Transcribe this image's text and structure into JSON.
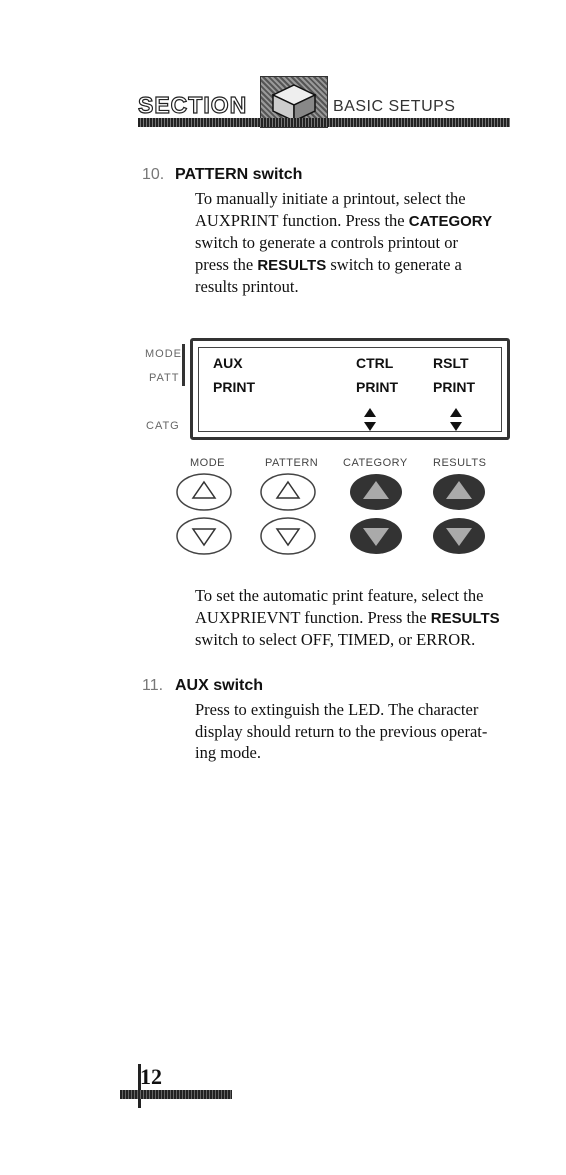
{
  "header": {
    "section_label": "SECTION",
    "section_title": "BASIC SETUPS",
    "logo_icon": "cube-icon"
  },
  "item10": {
    "number": "10.",
    "title": "PATTERN switch",
    "para_a": "To manually initiate a printout, select the",
    "para_b": "AUXPRINT function. Press the",
    "para_b_bold": "CATEGORY",
    "para_c": "switch to generate a controls printout or",
    "para_d": "press the",
    "para_d_bold": "RESULTS",
    "para_d_tail": "switch to generate a",
    "para_e": "results printout."
  },
  "panel": {
    "side_labels": [
      "MODE",
      "PATT",
      "CATG"
    ],
    "display": {
      "col1": [
        "AUX",
        "PRINT"
      ],
      "col2": [
        "CTRL",
        "PRINT"
      ],
      "col3": [
        "RSLT",
        "PRINT"
      ]
    },
    "buttons": [
      "MODE",
      "PATTERN",
      "CATEGORY",
      "RESULTS"
    ]
  },
  "auto_print": {
    "line1": "To set the automatic print feature, select the",
    "line2": "AUXPRIEVNT function. Press the",
    "line2_bold": "RESULTS",
    "line3": "switch to select OFF, TIMED, or ERROR."
  },
  "item11": {
    "number": "11.",
    "title": "AUX switch",
    "line1": "Press to extinguish the LED. The character",
    "line2": "display should return to the previous operat-",
    "line3": "ing mode."
  },
  "page_number": "12"
}
